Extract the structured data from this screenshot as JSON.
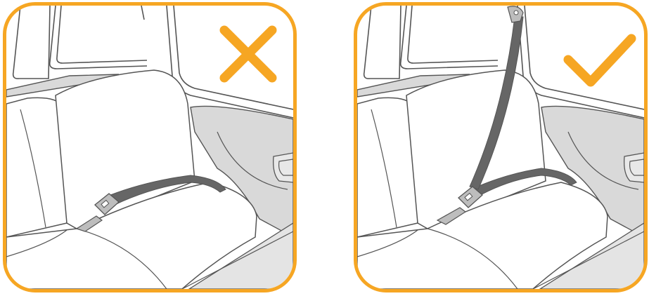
{
  "colors": {
    "frame": "#f6a623",
    "mark": "#f6a623",
    "belt": "#666666",
    "buckle": "#bdbdbd",
    "line": "#555555",
    "door_fill": "#d9d9d9",
    "floor_fill": "#e4e4e4"
  },
  "panels": [
    {
      "id": "incorrect",
      "belt_type": "lap-belt-only",
      "mark_icon": "cross-icon"
    },
    {
      "id": "correct",
      "belt_type": "lap-and-shoulder-belt",
      "mark_icon": "check-icon"
    }
  ]
}
